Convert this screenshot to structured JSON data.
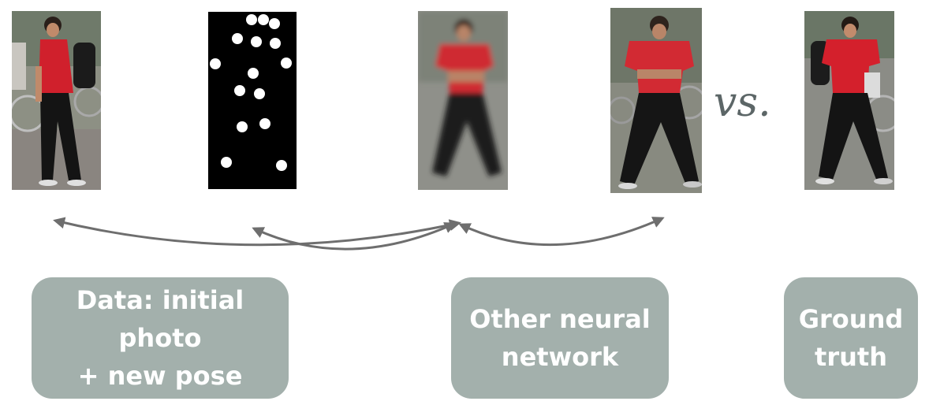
{
  "comparison": {
    "vs_label": "vs."
  },
  "labels": {
    "data_box": [
      "Data: initial photo",
      "+ new pose"
    ],
    "other_box": [
      "Other neural",
      "network"
    ],
    "truth_box": [
      "Ground",
      "truth"
    ]
  },
  "colors": {
    "box_fill": "#a3b0ac",
    "box_text": "#ffffff",
    "arrow": "#6e6e6e",
    "shirt": "#d0202c",
    "pants": "#141414",
    "pose_background": "#000000",
    "pose_keypoint": "#ffffff"
  },
  "images": [
    {
      "name": "input-person-photo",
      "description_icon": "person-photo"
    },
    {
      "name": "pose-keypoint-map",
      "description_icon": "keypoint-map"
    },
    {
      "name": "blurry-output-photo",
      "description_icon": "person-photo"
    },
    {
      "name": "generated-output-photo",
      "description_icon": "person-photo"
    },
    {
      "name": "ground-truth-photo",
      "description_icon": "person-photo"
    }
  ]
}
